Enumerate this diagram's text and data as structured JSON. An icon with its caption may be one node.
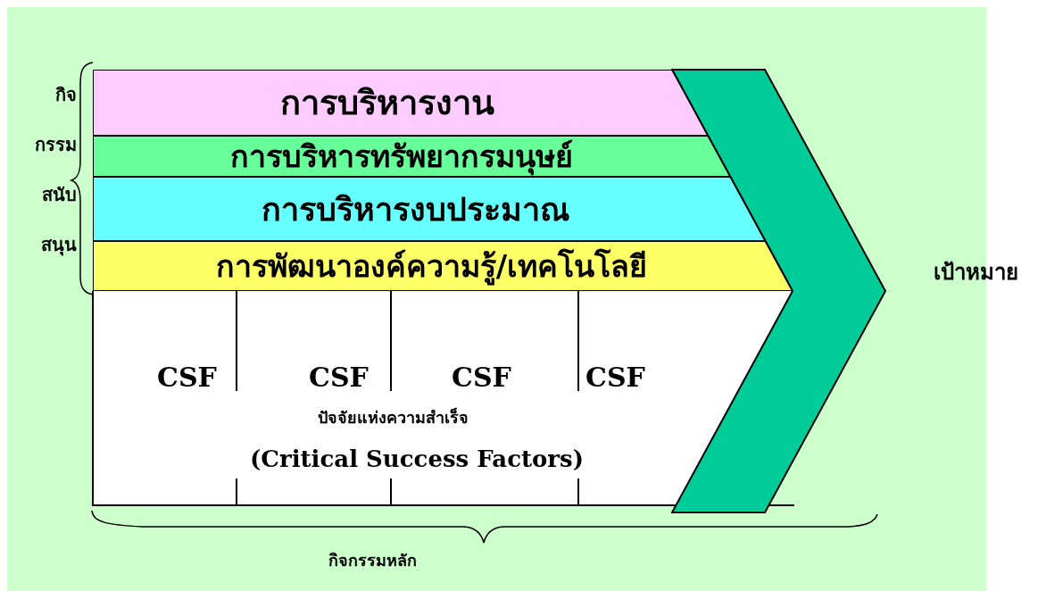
{
  "diagram": {
    "nodes": [
      {
        "text": [
          "การบริหารงาน"
        ]
      },
      {
        "text": [
          "การบริหารทรัพยากรมนุษย์"
        ]
      },
      {
        "text": [
          "การบริหารงบประมาณ"
        ]
      },
      {
        "text": [
          "การพัฒนาองค์ความรู้/เทคโนโลยี"
        ]
      },
      {
        "text": [],
        "shape": "chevron",
        "beside": [
          "เป้าหมาย"
        ]
      }
    ],
    "edges": [],
    "labels": [
      "กิจ",
      "กรรม",
      "สนับ",
      "สนุน",
      "CSF",
      "CSF",
      "CSF",
      "CSF",
      "ปัจจัยแห่งความสำเร็จ",
      "(Critical Success Factors)",
      "กิจกรรมหลัก"
    ]
  }
}
